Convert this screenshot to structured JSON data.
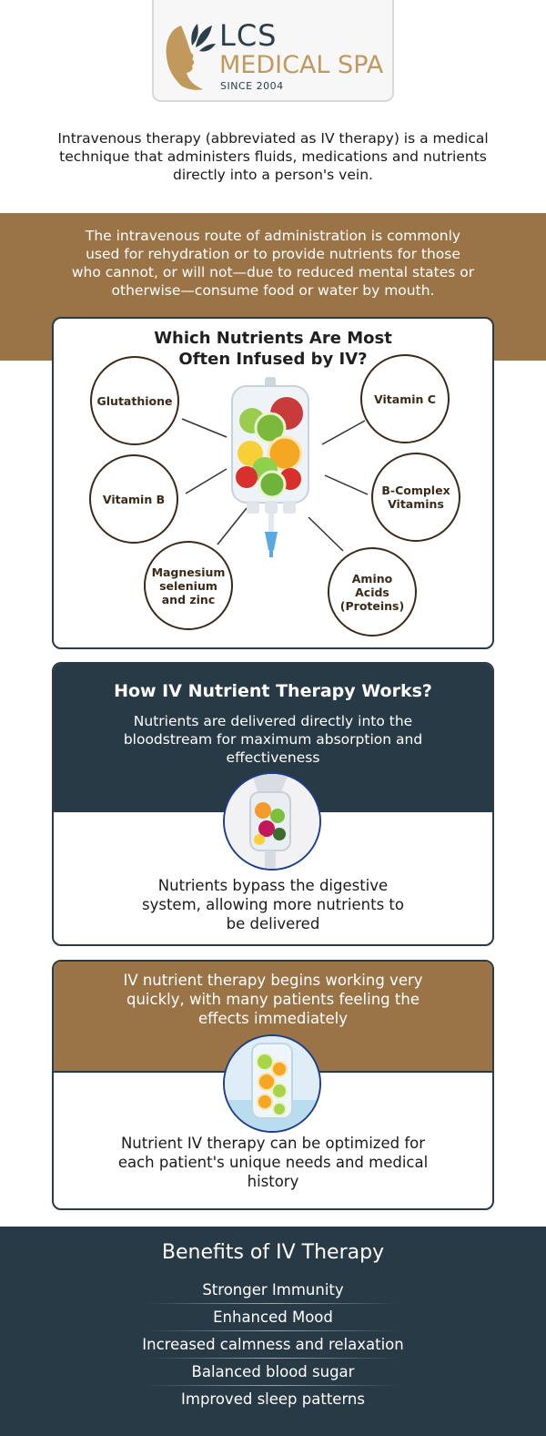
{
  "logo": {
    "name_line1": "LCS",
    "name_line2": "MEDICAL SPA",
    "since": "SINCE 2004",
    "mark_icon": "woman-profile-leaf-icon",
    "colors": {
      "navy": "#2c3e4a",
      "gold": "#c1995d"
    }
  },
  "intro": {
    "text": "Intravenous therapy (abbreviated as IV therapy) is a medical technique that administers fluids, medications and nutrients directly into a person's vein."
  },
  "route": {
    "text": "The intravenous route of administration is commonly used for rehydration or to provide nutrients for those who cannot, or will not—due to reduced mental states or otherwise—consume food or water by mouth."
  },
  "nutrients_card": {
    "title": "Which Nutrients Are Most Often Infused by IV?",
    "center_icon": "iv-bag-fruit-icon",
    "items": [
      "Glutathione",
      "Vitamin C",
      "Vitamin B",
      "B-Complex Vitamins",
      "Magnesium selenium and zinc",
      "Amino Acids (Proteins)"
    ]
  },
  "how_card": {
    "title": "How IV Nutrient Therapy Works?",
    "subtitle": "Nutrients are delivered directly into the bloodstream for maximum absorption and effectiveness",
    "photo_icon": "hand-holding-iv-bag-icon",
    "bottom_text": "Nutrients bypass the digestive system, allowing more nutrients to be delivered"
  },
  "speed_card": {
    "top_text": "IV nutrient therapy begins working very quickly, with many patients feeling the effects immediately",
    "photo_icon": "citrus-iv-bag-icon",
    "bottom_text": "Nutrient IV therapy can be optimized for each patient's unique needs and medical history"
  },
  "benefits": {
    "title": "Benefits of IV Therapy",
    "items": [
      "Stronger Immunity",
      "Enhanced Mood",
      "Increased calmness and relaxation",
      "Balanced blood sugar",
      "Improved sleep patterns"
    ]
  },
  "colors": {
    "brown": "#9a7447",
    "navy": "#283a46",
    "circle_border": "#3b2a1a",
    "photo_border": "#1e3e8c"
  }
}
